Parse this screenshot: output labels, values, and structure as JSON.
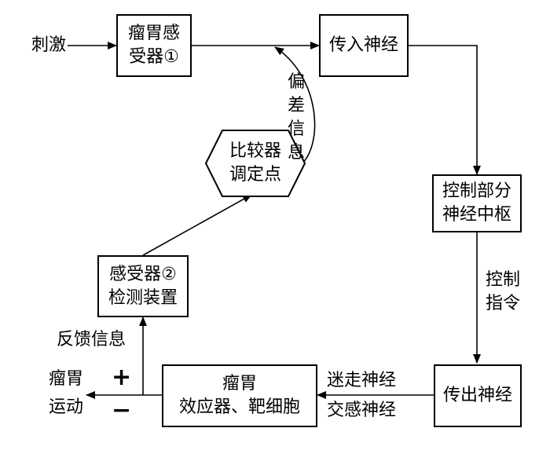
{
  "input": {
    "label": "刺激"
  },
  "receptor1": {
    "line1": "瘤胃感",
    "line2": "受器①"
  },
  "afferent": {
    "label": "传入神经"
  },
  "center": {
    "line1": "控制部分",
    "line2": "神经中枢"
  },
  "command": {
    "line1": "控制",
    "line2": "指令"
  },
  "efferent": {
    "label": "传出神经"
  },
  "vagus": {
    "label": "迷走神经"
  },
  "sympathetic": {
    "label": "交感神经"
  },
  "effector": {
    "line1": "瘤胃",
    "line2": "效应器、靶细胞"
  },
  "feedback": {
    "label": "反馈信息"
  },
  "motion": {
    "line1": "瘤胃",
    "line2": "运动",
    "plus": "+",
    "minus": "−"
  },
  "receptor2": {
    "line1": "感受器②",
    "line2": "检测装置"
  },
  "comparator": {
    "line1": "比较器",
    "line2": "调定点"
  },
  "error": {
    "chars": [
      "偏",
      "差",
      "信",
      "息"
    ]
  }
}
